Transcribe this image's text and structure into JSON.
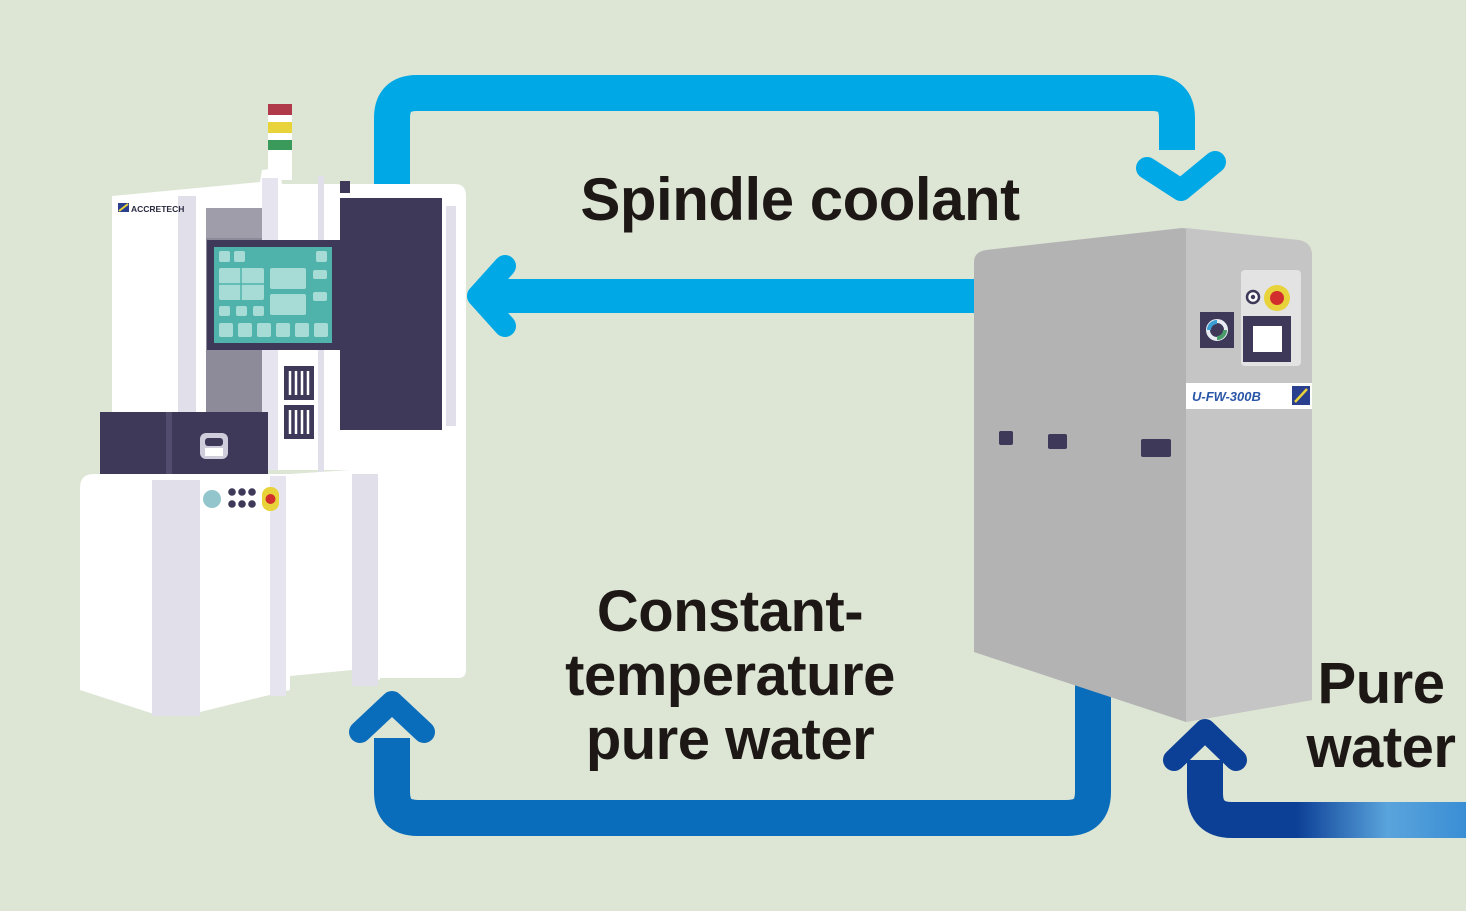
{
  "labels": {
    "spindle_coolant": "Spindle coolant",
    "constant_temp": [
      "Constant-",
      "temperature",
      "pure water"
    ],
    "pure_water": [
      "Pure",
      "water"
    ]
  },
  "machine": {
    "brand": "ACCRETECH",
    "signal_colors": [
      "#b0394a",
      "#e8d33a",
      "#3a9a5a"
    ]
  },
  "unit": {
    "model": "U-FW-300B"
  },
  "colors": {
    "background": "#dde6d5",
    "flow_light": "#00a8e6",
    "flow_mid": "#0a6dbb",
    "flow_dark": "#0c3f96"
  }
}
